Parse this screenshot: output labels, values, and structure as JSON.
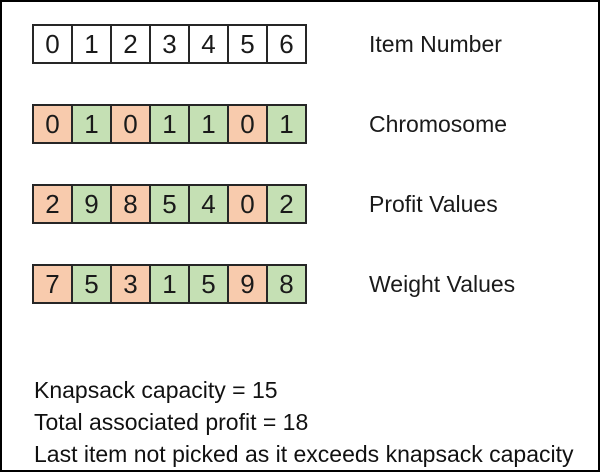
{
  "colors": {
    "white": "#FFFFFF",
    "orange": "#F8CBAD",
    "green": "#C5E0B4",
    "cell_border": "#262626",
    "frame_border": "#000000",
    "text": "#111111"
  },
  "rows": [
    {
      "label": "Item Number",
      "values": [
        "0",
        "1",
        "2",
        "3",
        "4",
        "5",
        "6"
      ],
      "cell_colors": [
        "white",
        "white",
        "white",
        "white",
        "white",
        "white",
        "white"
      ]
    },
    {
      "label": "Chromosome",
      "values": [
        "0",
        "1",
        "0",
        "1",
        "1",
        "0",
        "1"
      ],
      "cell_colors": [
        "orange",
        "green",
        "orange",
        "green",
        "green",
        "orange",
        "green"
      ]
    },
    {
      "label": "Profit Values",
      "values": [
        "2",
        "9",
        "8",
        "5",
        "4",
        "0",
        "2"
      ],
      "cell_colors": [
        "orange",
        "green",
        "orange",
        "green",
        "green",
        "orange",
        "green"
      ]
    },
    {
      "label": "Weight Values",
      "values": [
        "7",
        "5",
        "3",
        "1",
        "5",
        "9",
        "8"
      ],
      "cell_colors": [
        "orange",
        "green",
        "orange",
        "green",
        "green",
        "orange",
        "green"
      ]
    }
  ],
  "notes": [
    "Knapsack capacity = 15",
    "Total associated profit = 18",
    "Last item not picked as it exceeds knapsack capacity"
  ]
}
